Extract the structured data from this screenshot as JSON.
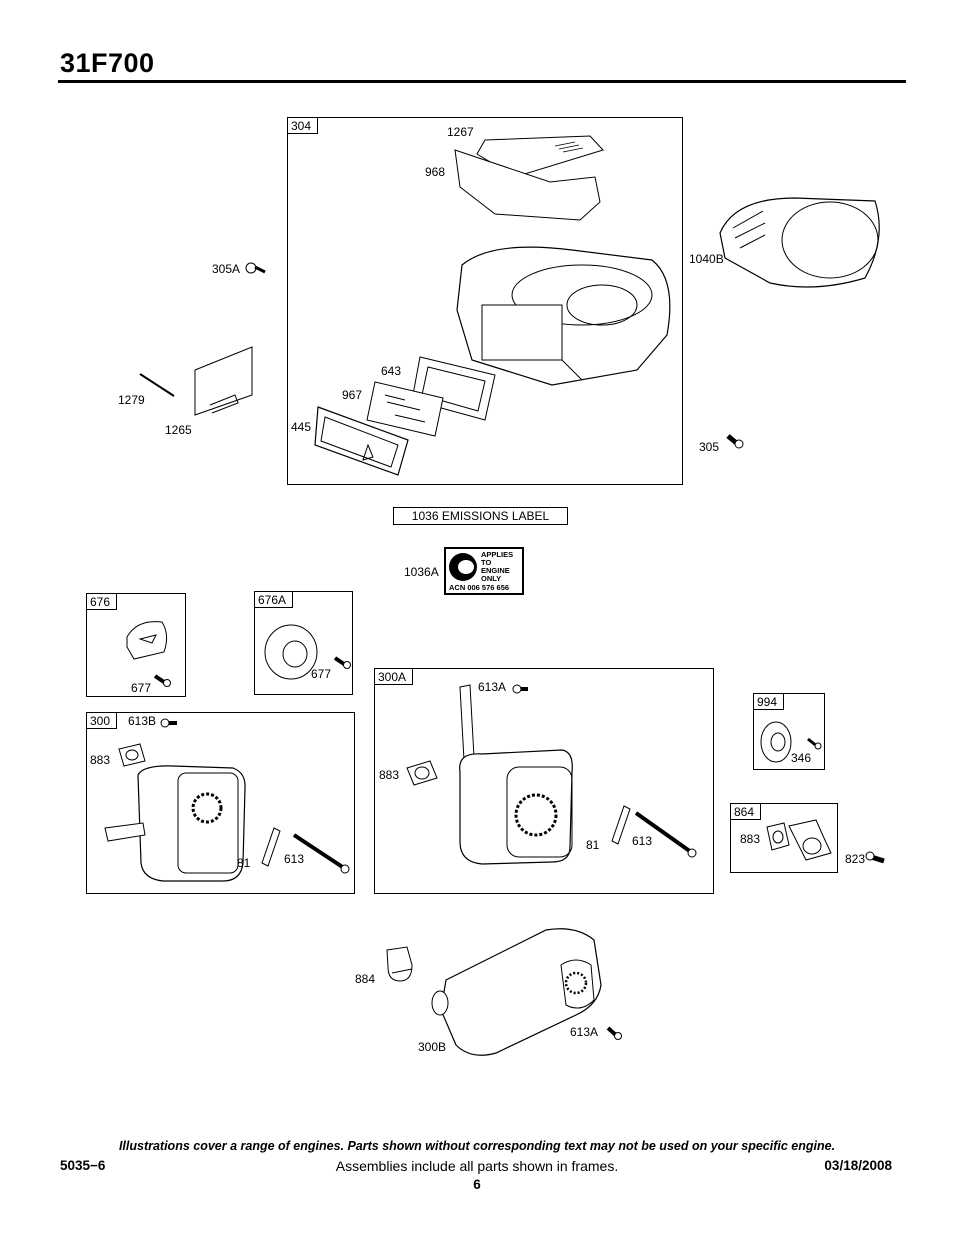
{
  "header": {
    "model": "31F700"
  },
  "frames": [
    {
      "tag": "304"
    },
    {
      "tag": "676"
    },
    {
      "tag": "676A"
    },
    {
      "tag": "300A"
    },
    {
      "tag": "300"
    },
    {
      "tag": "994"
    },
    {
      "tag": "864"
    }
  ],
  "callouts": {
    "c1267": "1267",
    "c968": "968",
    "c305A": "305A",
    "c1040B": "1040B",
    "c643": "643",
    "c967": "967",
    "c1279": "1279",
    "c1265": "1265",
    "c445": "445",
    "c305": "305",
    "c1036A": "1036A",
    "c677a": "677",
    "c677b": "677",
    "c613A_a": "613A",
    "c613B": "613B",
    "c883a": "883",
    "c883b": "883",
    "c81a": "81",
    "c613a": "613",
    "c81b": "81",
    "c613b": "613",
    "c346": "346",
    "c883c": "883",
    "c823": "823",
    "c884": "884",
    "c300B": "300B",
    "c613A_b": "613A"
  },
  "emissions_box": "1036 EMISSIONS LABEL",
  "acn_label": {
    "line1": "APPLIES",
    "line2": "TO",
    "line3": "ENGINE",
    "line4": "ONLY",
    "number": "ACN 006 576 656"
  },
  "footer": {
    "note": "Illustrations cover a range of engines. Parts shown without corresponding text may not be used on your specific engine.",
    "code": "5035−6",
    "assemblies": "Assemblies include all parts shown in frames.",
    "date": "03/18/2008",
    "page": "6"
  },
  "icons": [
    "bolt-icon",
    "screw-icon",
    "gasket-icon",
    "muffler-icon",
    "air-filter-icon",
    "engine-shroud-icon",
    "blower-housing-icon"
  ]
}
